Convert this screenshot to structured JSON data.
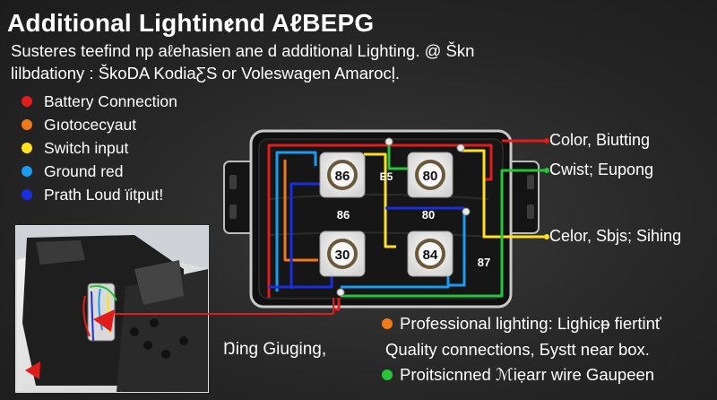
{
  "title": "Additional Lightinꬲnd AℓBEPG",
  "subtitle_line1": "Susteres teefind np aℓehasien ane d additional Lighting. @ Škn",
  "subtitle_line2": "lilbdationy : ŠkoDA KodiaƸS or Voleswagen Amarocļ.",
  "legend": [
    {
      "label": "Battery Connection",
      "color": "#e21b1b"
    },
    {
      "label": "Gıotocecyaut",
      "color": "#f07a18"
    },
    {
      "label": "Switch input",
      "color": "#ffe21a"
    },
    {
      "label": "Ground red",
      "color": "#1a9cf0"
    },
    {
      "label": "Prath Loud ïitput!",
      "color": "#1a2ee0"
    }
  ],
  "relay_labels": {
    "r86_top": "86",
    "e5": "E5",
    "r80_top": "80",
    "r86_mid": "86",
    "r80_mid": "80",
    "r30": "30",
    "r84": "84",
    "r87": "87"
  },
  "callouts": {
    "color_biutting": "Color, Biutting",
    "cwist_eupong": "Cwist; Eupong",
    "celor_sbjs": "Celor, Sbjs; Sihing"
  },
  "photo_caption": "Ŋing Giuging,",
  "bottom_notes": [
    {
      "text": "Professional lighting: Lighicᵽ fiertinť",
      "bullet_color": "#f07a18"
    },
    {
      "text": "Quality connections, Бystt near box.",
      "bullet_color": ""
    },
    {
      "text": "Proitsicnned ℳiẹarr wire Gaupeen",
      "bullet_color": "#27c43a"
    }
  ],
  "colors": {
    "red": "#e21b1b",
    "orange": "#f07a18",
    "yellow": "#ffe21a",
    "light_blue": "#1a9cf0",
    "blue": "#1a2ee0",
    "green": "#27c43a"
  }
}
